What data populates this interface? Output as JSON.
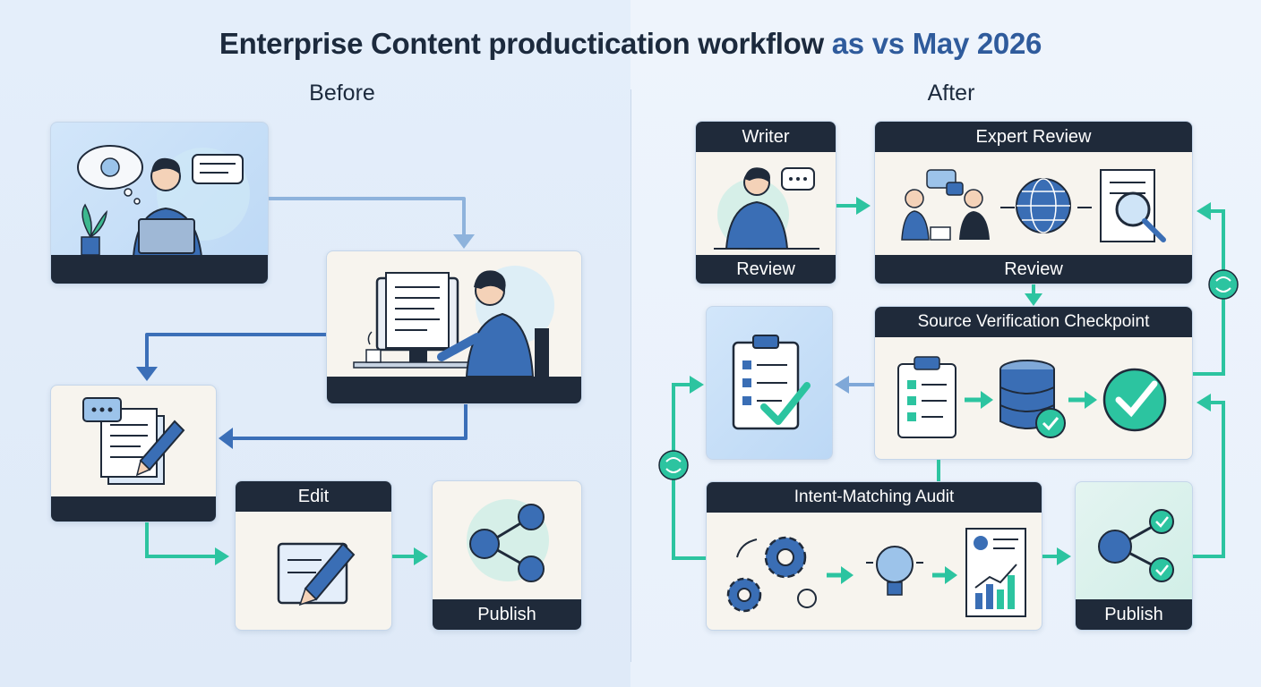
{
  "header": {
    "title_main": "Enterprise Content productication workflow",
    "title_accent": "as vs May 2026"
  },
  "before": {
    "label": "Before",
    "edit_label": "Edit",
    "publish_label": "Publish"
  },
  "after": {
    "label": "After",
    "writer_label": "Writer",
    "writer_bottom": "Review",
    "expert_label": "Expert Review",
    "expert_bottom": "Review",
    "source_label": "Source Verification Checkpoint",
    "audit_label": "Intent-Matching Audit",
    "publish_label": "Publish"
  },
  "colors": {
    "navy_bar": "#1f2a3a",
    "blue_arrow": "#3b6fb8",
    "teal_arrow": "#2cc4a0",
    "card_bg": "#f7f4ee"
  }
}
